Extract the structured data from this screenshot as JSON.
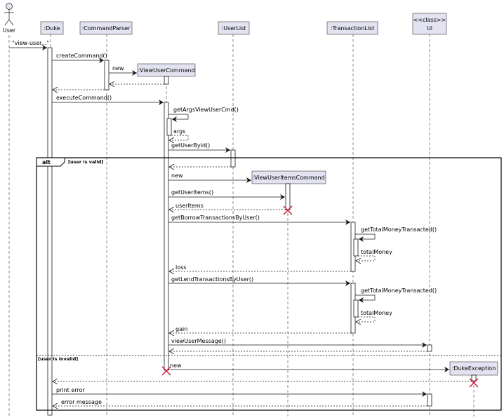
{
  "participants": [
    {
      "id": "user",
      "label": "User",
      "type": "actor"
    },
    {
      "id": "duke",
      "label": ":Duke"
    },
    {
      "id": "parser",
      "label": ":CommandParser"
    },
    {
      "id": "vuc",
      "label": ":ViewUserCommand"
    },
    {
      "id": "userlist",
      "label": ":UserList"
    },
    {
      "id": "vuic",
      "label": ":ViewUserItemsCommand"
    },
    {
      "id": "txlist",
      "label": ":TransactionList"
    },
    {
      "id": "ui",
      "label": "Ui",
      "stereotype": "<<class>>"
    },
    {
      "id": "dukeex",
      "label": ":DukeException"
    }
  ],
  "messages": [
    {
      "label": "\"view-user...\"",
      "kind": "call"
    },
    {
      "label": "createCommand()",
      "kind": "call"
    },
    {
      "label": "new",
      "kind": "create"
    },
    {
      "label": "",
      "kind": "return"
    },
    {
      "label": "",
      "kind": "return"
    },
    {
      "label": "executeCommand()",
      "kind": "call"
    },
    {
      "label": "getArgsViewUserCmd()",
      "kind": "self"
    },
    {
      "label": "args",
      "kind": "self-return"
    },
    {
      "label": "getUserById()",
      "kind": "call"
    },
    {
      "label": "",
      "kind": "return"
    },
    {
      "label": "new",
      "kind": "create"
    },
    {
      "label": "getUserItems()",
      "kind": "call"
    },
    {
      "label": "userItems",
      "kind": "return"
    },
    {
      "label": "getBorrowTransactionsByUser()",
      "kind": "call"
    },
    {
      "label": "getTotalMoneyTransacted()",
      "kind": "self"
    },
    {
      "label": "totalMoney",
      "kind": "self-return"
    },
    {
      "label": "loss",
      "kind": "return"
    },
    {
      "label": "getLendTransactionsByUser()",
      "kind": "call"
    },
    {
      "label": "getTotalMoneyTransacted()",
      "kind": "self"
    },
    {
      "label": "totalMoney",
      "kind": "self-return"
    },
    {
      "label": "gain",
      "kind": "return"
    },
    {
      "label": "viewUserMessage()",
      "kind": "call"
    },
    {
      "label": "",
      "kind": "return"
    },
    {
      "label": "new",
      "kind": "create"
    },
    {
      "label": "",
      "kind": "return"
    },
    {
      "label": "print error",
      "kind": "call"
    },
    {
      "label": "error message",
      "kind": "return"
    }
  ],
  "alt": {
    "keyword": "alt",
    "guards": [
      "[user is valid]",
      "[user is invalid]"
    ]
  }
}
